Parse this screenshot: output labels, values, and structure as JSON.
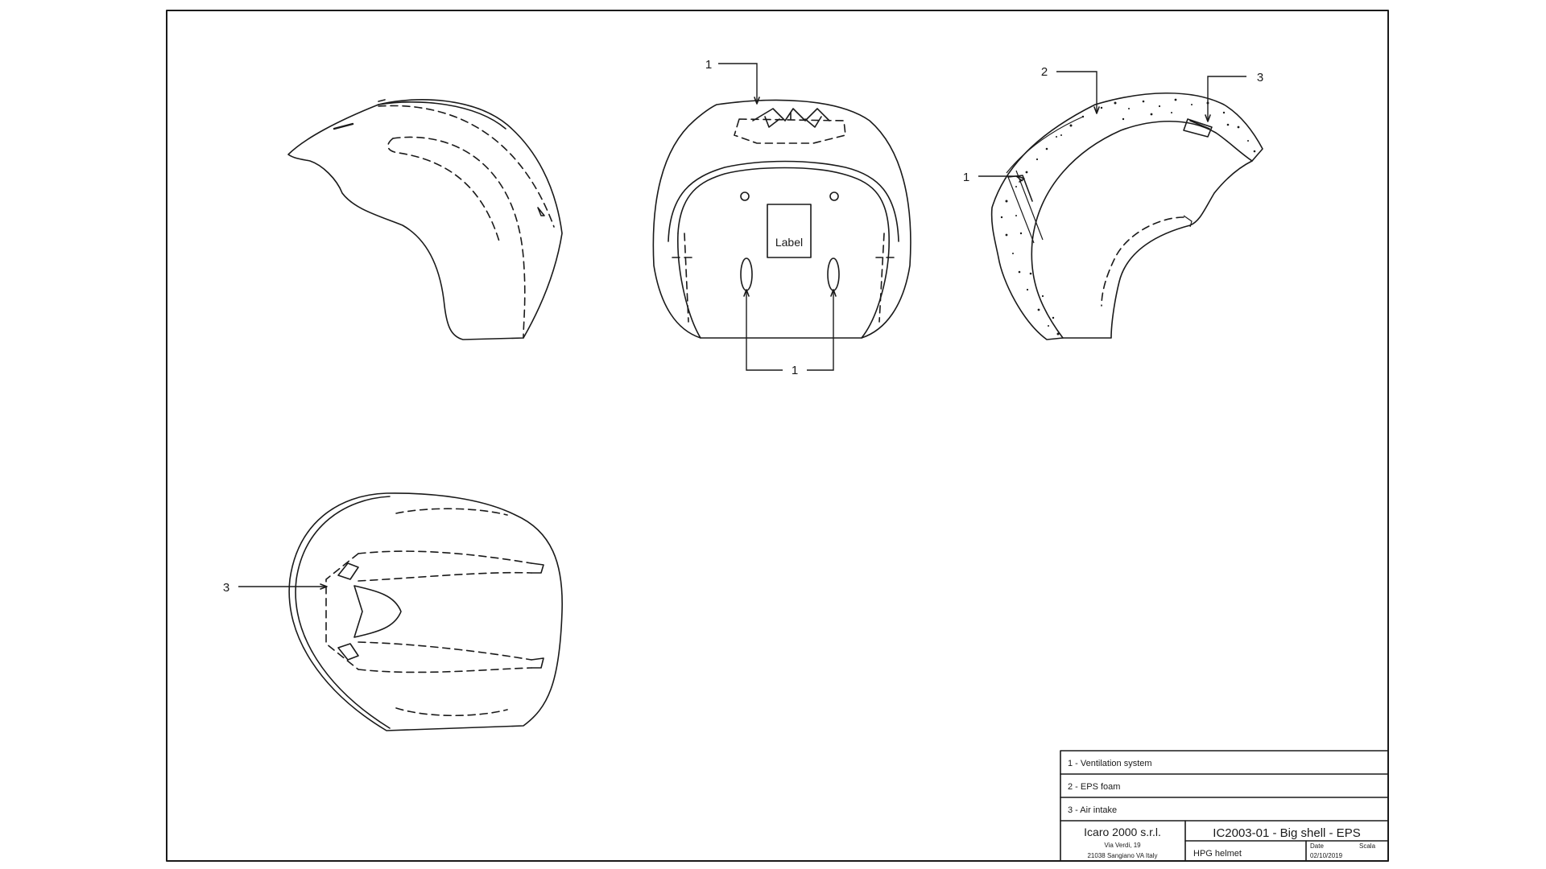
{
  "drawing": {
    "views": {
      "front_label": "Label"
    },
    "callouts": {
      "front_top": "1",
      "front_bottom": "1",
      "section_2": "2",
      "section_3": "3",
      "section_1": "1",
      "top_3": "3"
    }
  },
  "title_block": {
    "legend": [
      "1 - Ventilation system",
      "2 - EPS foam",
      "3 - Air intake"
    ],
    "company": "Icaro 2000 s.r.l.",
    "address_line1": "Via Verdi, 19",
    "address_line2": "21038 Sangiano VA Italy",
    "drawing_title": "IC2003-01 - Big shell - EPS",
    "part_name": "HPG helmet",
    "date_label": "Date",
    "date_value": "02/10/2019",
    "scale_label": "Scala"
  }
}
